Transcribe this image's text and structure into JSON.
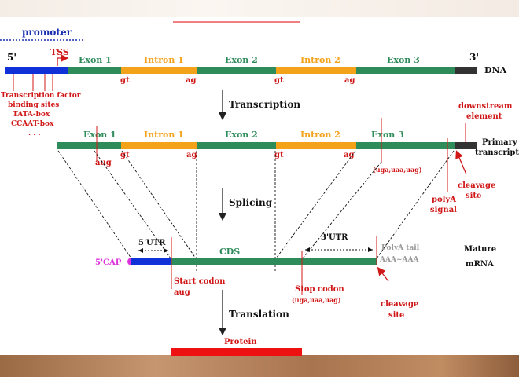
{
  "colors": {
    "exon": "#2e8b5a",
    "intron": "#f5a21b",
    "promoter": "#1030d8",
    "dark": "#333333",
    "red": "#d01818",
    "blue_text": "#1a2fb0",
    "cap": "#dd33dd",
    "gray": "#999999",
    "protein": "#ee1111"
  },
  "dna": {
    "promoter": "promoter",
    "five_prime": "5'",
    "three_prime": "3'",
    "tss": "TSS",
    "exon1": "Exon 1",
    "intron1": "Intron 1",
    "exon2": "Exon 2",
    "intron2": "Intron 2",
    "exon3": "Exon 3",
    "dna": "DNA",
    "gt1": "gt",
    "ag1": "ag",
    "gt2": "gt",
    "ag2": "ag",
    "promoter_elements": [
      "Transcription factor",
      "binding sites",
      "TATA-box",
      "CCAAT-box",
      ". . ."
    ]
  },
  "steps": {
    "transcription": "Transcription",
    "splicing": "Splicing",
    "translation": "Translation"
  },
  "primary": {
    "exon1": "Exon 1",
    "intron1": "Intron 1",
    "exon2": "Exon 2",
    "intron2": "Intron 2",
    "exon3": "Exon 3",
    "aug": "aug",
    "gt1": "gt",
    "ag1": "ag",
    "gt2": "gt",
    "ag2": "ag",
    "stop": "(uga,uaa,uag)",
    "downstream": [
      "downstream",
      "element"
    ],
    "polya_signal": [
      "polyA",
      "signal"
    ],
    "cleavage_site": [
      "cleavage",
      "site"
    ],
    "primary_transcript": [
      "Primary",
      "transcript"
    ]
  },
  "mrna": {
    "five_utr": "5'UTR",
    "three_utr": "3'UTR",
    "cds": "CDS",
    "cap": "5'CAP",
    "polya_tail": "PolyA tail",
    "polya_seq": "AAA~AAA",
    "mature": [
      "Mature",
      "mRNA"
    ],
    "start_codon": [
      "Start codon",
      "aug"
    ],
    "stop_codon": [
      "Stop codon",
      "(uga,uaa,uag)"
    ],
    "cleavage_site": [
      "cleavage",
      "site"
    ]
  },
  "protein": "Protein"
}
